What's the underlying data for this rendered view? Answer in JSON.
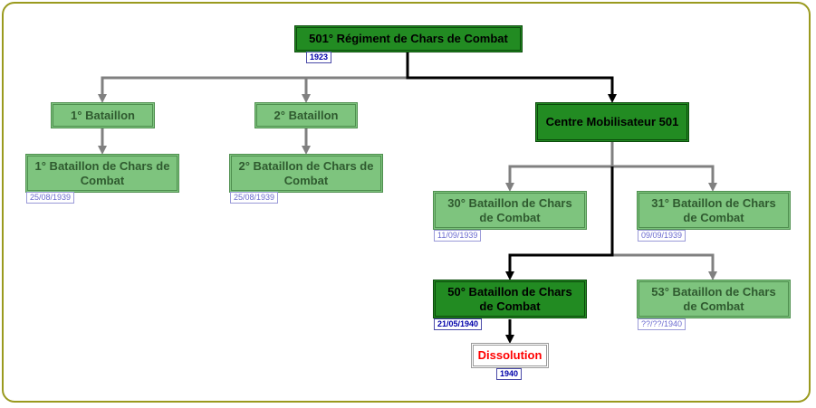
{
  "nodes": {
    "root": {
      "label": "501° Régiment de Chars de Combat",
      "date": "1923"
    },
    "bat1": {
      "label": "1° Bataillon"
    },
    "bat2": {
      "label": "2° Bataillon"
    },
    "cm501": {
      "label": "Centre Mobilisateur 501"
    },
    "bcc1": {
      "label": "1° Bataillon de Chars de Combat",
      "date": "25/08/1939"
    },
    "bcc2": {
      "label": "2° Bataillon de Chars de Combat",
      "date": "25/08/1939"
    },
    "bcc30": {
      "label": "30° Bataillon de Chars de Combat",
      "date": "11/09/1939"
    },
    "bcc31": {
      "label": "31° Bataillon de Chars de Combat",
      "date": "09/09/1939"
    },
    "bcc50": {
      "label": "50° Bataillon de Chars de Combat",
      "date": "21/05/1940"
    },
    "bcc53": {
      "label": "53° Bataillon de Chars de Combat",
      "date": "??/??/1940"
    },
    "dissolution": {
      "label": "Dissolution",
      "date": "1940"
    }
  },
  "colors": {
    "dark_node": "#228b22",
    "light_node": "#7ec47e",
    "frame": "#9a9a1e",
    "gray_link": "#808080",
    "black_link": "#000000",
    "dissolution_text": "#ff0000"
  }
}
